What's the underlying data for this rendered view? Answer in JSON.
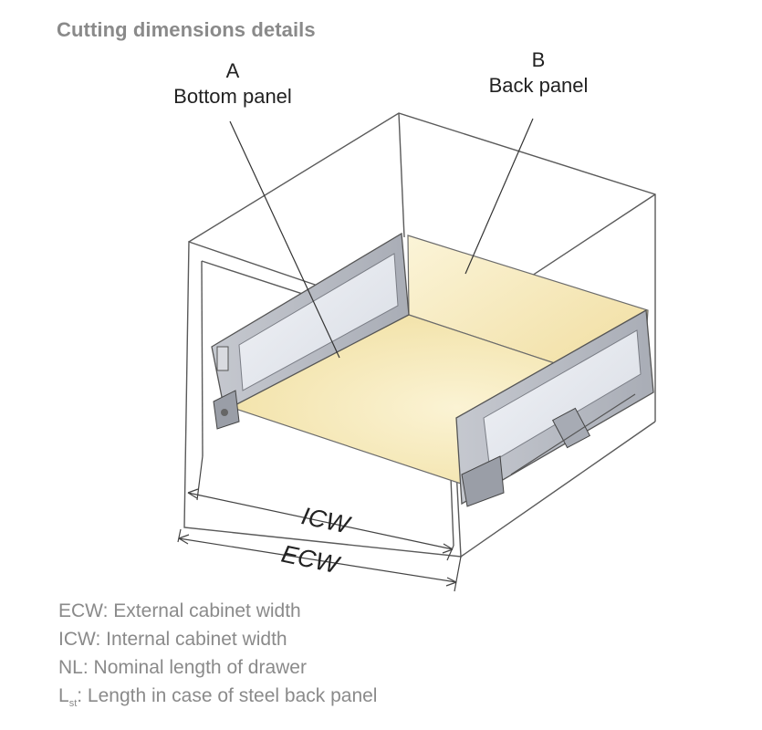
{
  "title": "Cutting dimensions details",
  "labels": {
    "a": {
      "letter": "A",
      "name": "Bottom panel"
    },
    "b": {
      "letter": "B",
      "name": "Back panel"
    }
  },
  "dimensions": {
    "icw": "ICW",
    "ecw": "ECW"
  },
  "legend": [
    {
      "abbr": "ECW",
      "sub": "",
      "text": ": External cabinet width"
    },
    {
      "abbr": "ICW",
      "sub": "",
      "text": ": Internal cabinet width"
    },
    {
      "abbr": "NL",
      "sub": "",
      "text": ": Nominal length of drawer"
    },
    {
      "abbr": "L",
      "sub": "st",
      "text": ": Length in case of steel back panel"
    }
  ],
  "colors": {
    "line": "#555555",
    "panel_cream": "#f7eec4",
    "drawer_steel": "#b9bcc4",
    "glass": "#e4e7ee"
  }
}
